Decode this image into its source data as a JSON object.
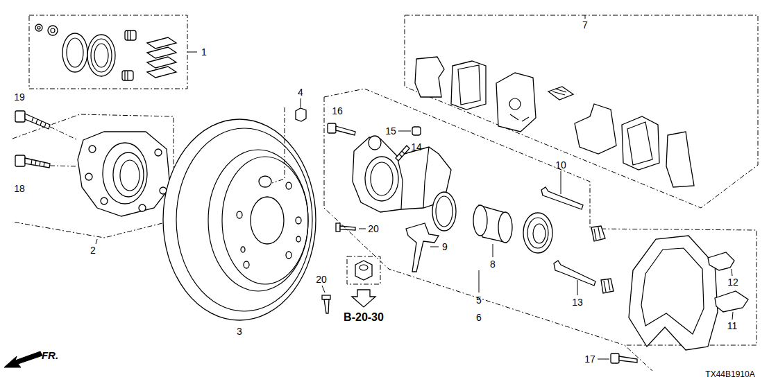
{
  "diagram": {
    "labels": [
      "1",
      "19",
      "4",
      "7",
      "16",
      "15",
      "14",
      "18",
      "10",
      "2",
      "20",
      "9",
      "8",
      "5",
      "6",
      "12",
      "20",
      "11",
      "13",
      "3",
      "B-20-30",
      "17",
      "FR.",
      "TX44B1910A"
    ]
  }
}
